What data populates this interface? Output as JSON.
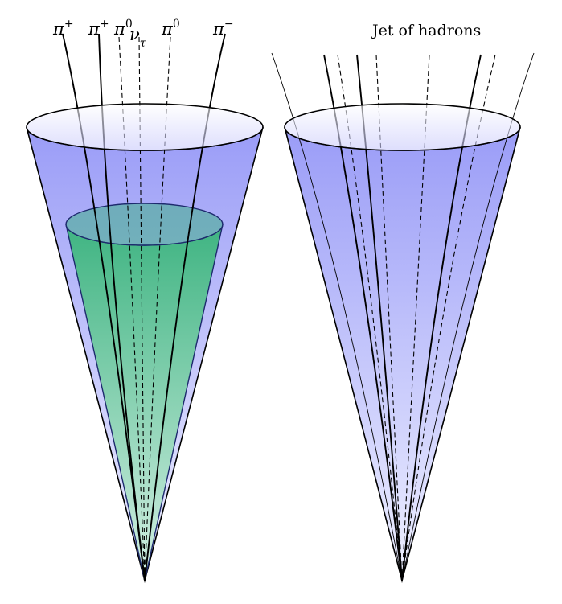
{
  "left_cone": {
    "labels": [
      {
        "base": "π",
        "sup": "+"
      },
      {
        "base": "π",
        "sup": "+"
      },
      {
        "base": "π",
        "sup": "0"
      },
      {
        "base": "ν",
        "sub": "τ"
      },
      {
        "base": "π",
        "sup": "0"
      },
      {
        "base": "π",
        "sup": "−"
      }
    ]
  },
  "right_cone": {
    "title": "Jet of hadrons"
  },
  "colors": {
    "outer_cone_top": "#9a9cf7",
    "outer_cone_bottom": "#eef0ff",
    "inner_cone_top": "#3fb482",
    "inner_cone_bottom": "#d4f0e4",
    "inner_outline": "#1e2a6e",
    "track": "#000000"
  }
}
